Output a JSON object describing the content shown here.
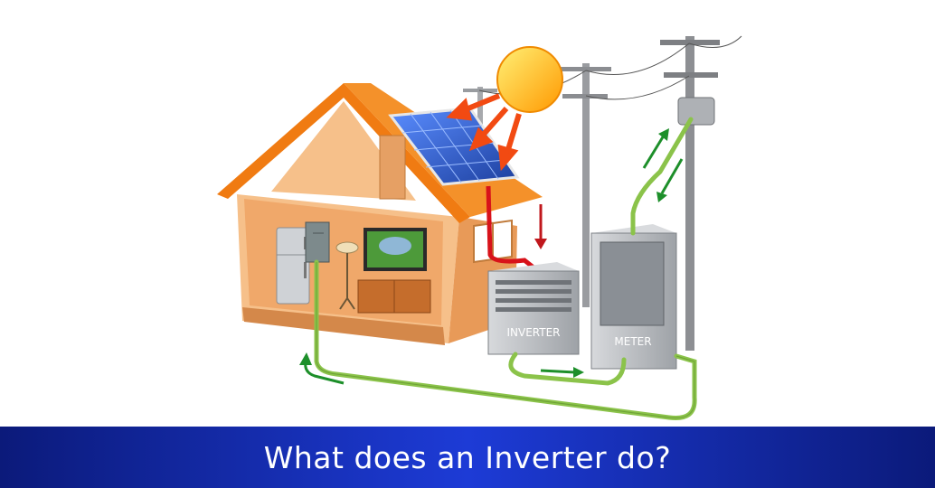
{
  "banner": {
    "title": "What does an Inverter do?"
  },
  "labels": {
    "inverter": "INVERTER",
    "meter": "METER"
  },
  "colors": {
    "banner_dark": "#0b1a7a",
    "banner_light": "#1d3bd6",
    "roof": "#f07b12",
    "wall": "#f6c08a",
    "solar_panel": "#2f63d6",
    "sun": "#ffcc00",
    "green_wire": "#8bc34a",
    "red_wire": "#d8121a",
    "box_gray": "#b9bcc0",
    "arrow_green": "#1d8f2a",
    "arrow_red": "#c0171c"
  }
}
